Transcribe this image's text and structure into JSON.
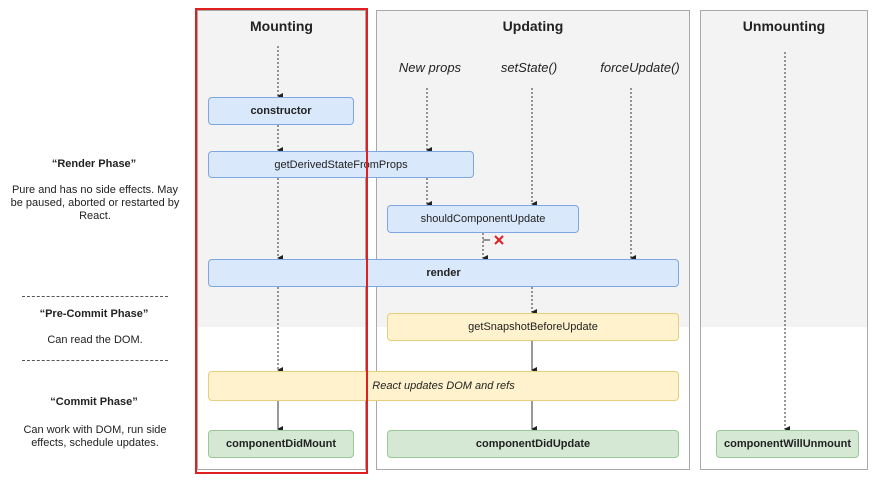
{
  "columns": {
    "mounting": "Mounting",
    "updating": "Updating",
    "unmounting": "Unmounting"
  },
  "triggers": {
    "new_props": "New props",
    "set_state": "setState()",
    "force_update": "forceUpdate()"
  },
  "boxes": {
    "constructor": "constructor",
    "get_derived": "getDerivedStateFromProps",
    "should_update": "shouldComponentUpdate",
    "render": "render",
    "get_snapshot": "getSnapshotBeforeUpdate",
    "react_updates": "React updates DOM and refs",
    "did_mount": "componentDidMount",
    "did_update": "componentDidUpdate",
    "will_unmount": "componentWillUnmount"
  },
  "phases": {
    "render_title": "“Render Phase”",
    "render_desc": "Pure and has no side effects. May be paused, aborted or restarted by React.",
    "precommit_title": "“Pre-Commit Phase”",
    "precommit_desc": "Can read the DOM.",
    "commit_title": "“Commit Phase”",
    "commit_desc": "Can work with DOM, run side effects, schedule updates."
  },
  "colors": {
    "highlight": "#e02020",
    "blue_fill": "#dae8fc",
    "yellow_fill": "#fff2cc",
    "green_fill": "#d5e8d4",
    "cross": "#e02020"
  },
  "icons": {
    "cancel": "cross-icon"
  }
}
